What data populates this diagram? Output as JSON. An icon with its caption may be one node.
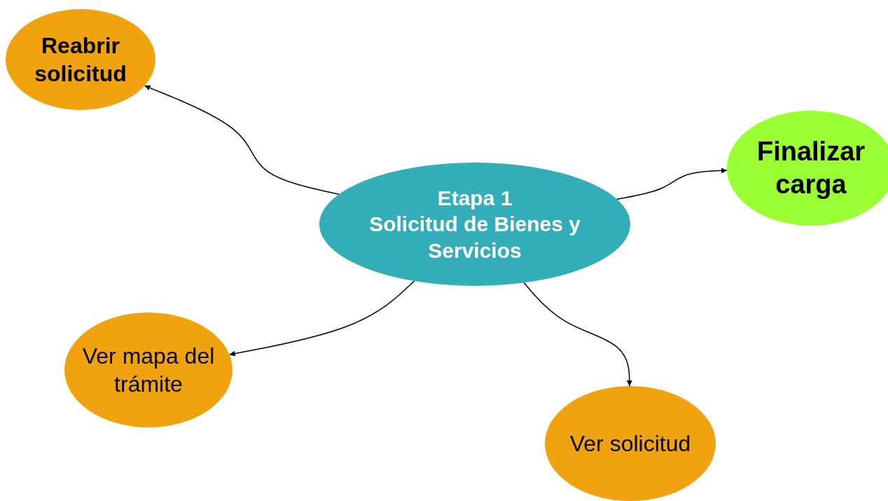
{
  "diagram": {
    "nodes": [
      {
        "text": [
          "Etapa 1",
          "Solicitud de Bienes y Servicios"
        ]
      },
      {
        "text": [
          "Reabrir solicitud"
        ]
      },
      {
        "text": [
          "Finalizar carga"
        ]
      },
      {
        "text": [
          "Ver mapa del trámite"
        ]
      },
      {
        "text": [
          "Ver solicitud"
        ]
      }
    ],
    "edges": [
      {
        "from": 0,
        "to": 1,
        "arrow": "to"
      },
      {
        "from": 0,
        "to": 2,
        "arrow": "to"
      },
      {
        "from": 0,
        "to": 3,
        "arrow": "to"
      },
      {
        "from": 0,
        "to": 4,
        "arrow": "to"
      }
    ]
  }
}
